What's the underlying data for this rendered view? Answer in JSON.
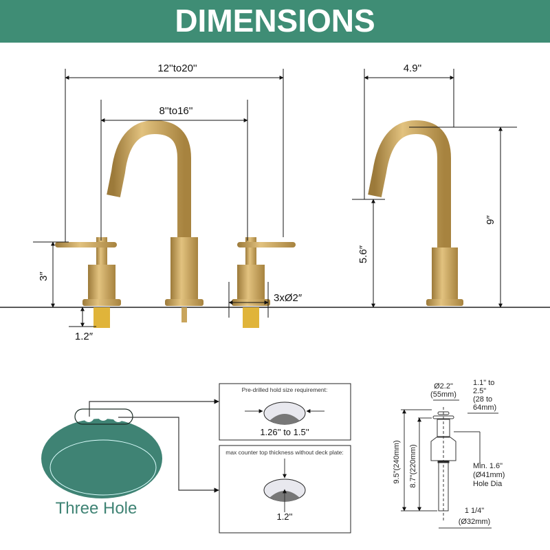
{
  "header": {
    "title": "DIMENSIONS"
  },
  "colors": {
    "header": "#3f8d75",
    "basin": "#3f8374",
    "gold": "#c9a55c"
  },
  "faucet_dims": {
    "outer_spread": "12''to20''",
    "inner_spread": "8''to16''",
    "spout_reach": "4.9''",
    "total_height": "9″",
    "spout_height": "5.6″",
    "handle_height": "3″",
    "shank_length": "1.2″",
    "holes": "3xØ2″"
  },
  "hole_requirement": {
    "title": "Pre-drilled hold size requirement:",
    "value": "1.26'' to 1.5''"
  },
  "counter_thickness": {
    "title": "max counter top thickness without deck plate:",
    "value": "1.2''"
  },
  "basin": {
    "label": "Three Hole"
  },
  "drain": {
    "cap_dia": "Ø2.2\"",
    "cap_dia_mm": "(55mm)",
    "thickness_1": "1.1\" to",
    "thickness_2": "2.5\"",
    "thickness_3": "(28 to",
    "thickness_4": "64mm)",
    "total_len": "9.5\"(240mm)",
    "body_len": "8.7\"(220mm)",
    "hole_1": "Min. 1.6\"",
    "hole_2": "(Ø41mm)",
    "hole_3": "Hole Dia",
    "pipe_1": "1 1/4\"",
    "pipe_2": "(Ø32mm)"
  }
}
